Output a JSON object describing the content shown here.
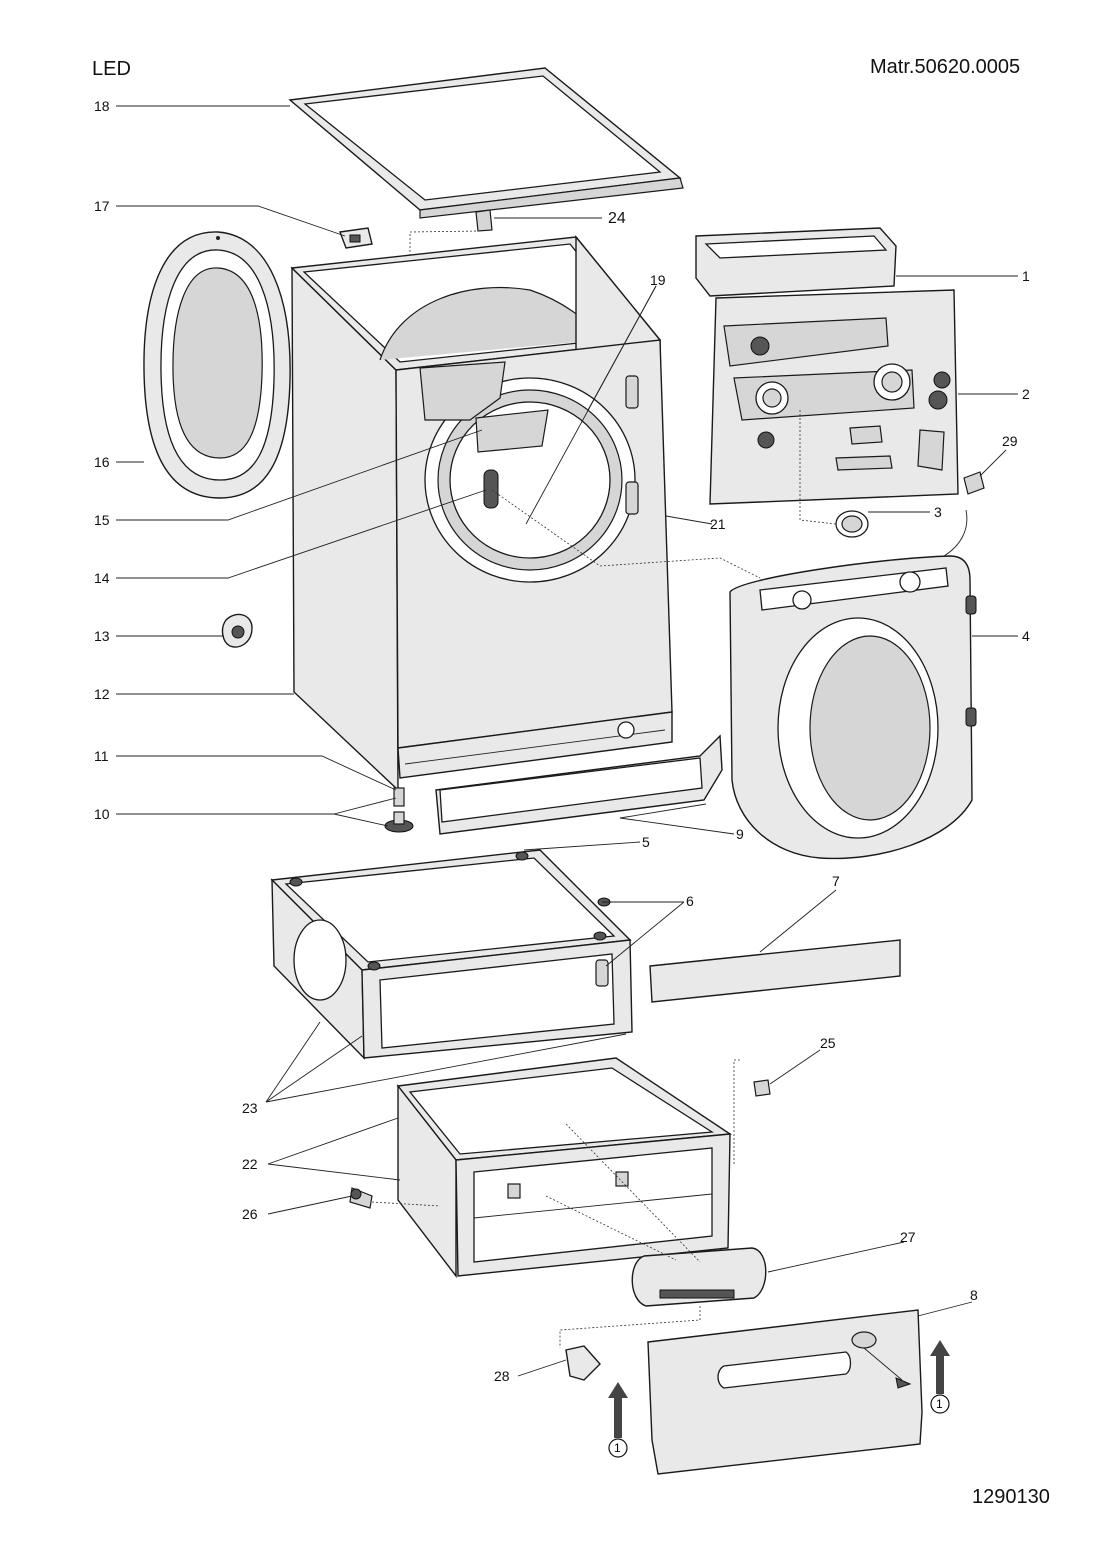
{
  "header": {
    "title": "LED",
    "material": "Matr.50620.0005",
    "drawing_code": "1290130"
  },
  "callouts": {
    "c1": "1",
    "c2": "2",
    "c3": "3",
    "c4": "4",
    "c5": "5",
    "c6": "6",
    "c7": "7",
    "c8": "8",
    "c9": "9",
    "c10": "10",
    "c11": "11",
    "c12": "12",
    "c13": "13",
    "c14": "14",
    "c15": "15",
    "c16": "16",
    "c17": "17",
    "c18": "18",
    "c19": "19",
    "c21": "21",
    "c22": "22",
    "c23": "23",
    "c24": "24",
    "c25": "25",
    "c26": "26",
    "c27": "27",
    "c28": "28",
    "c29": "29"
  },
  "step_marker": "1"
}
